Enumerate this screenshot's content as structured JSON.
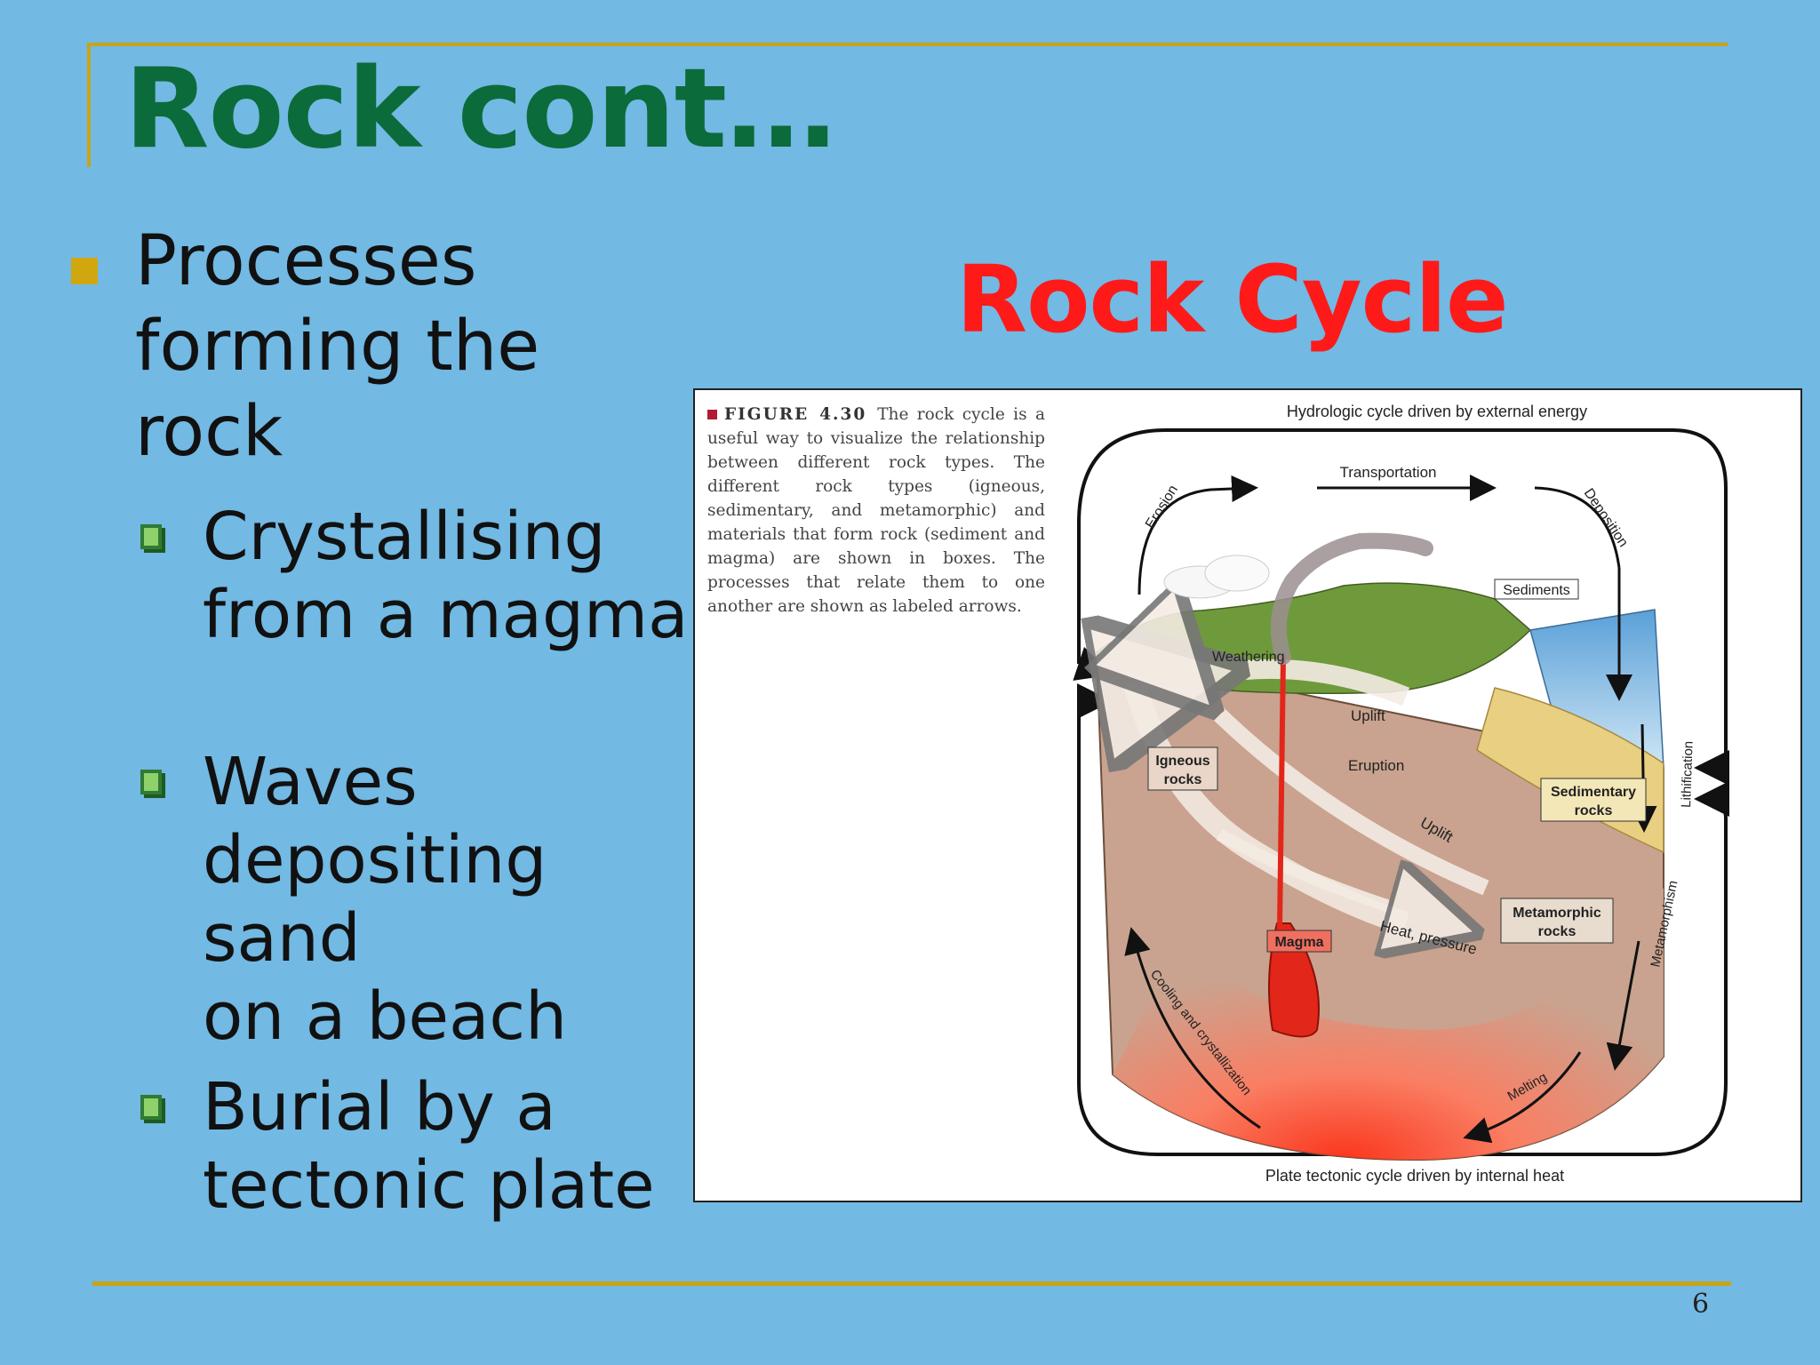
{
  "slide": {
    "title": "Rock cont…",
    "subtitle": "Rock Cycle",
    "page_number": "6"
  },
  "bullets": {
    "main": "Processes forming the rock",
    "sub_items": [
      {
        "text": "Crystallising\nfrom a magma"
      },
      {
        "text": "Waves\ndepositing sand\non a beach"
      },
      {
        "text": "Burial by a\ntectonic plate"
      }
    ]
  },
  "figure": {
    "number": "FIGURE 4.30",
    "caption_body": "The rock cycle is a useful way to visualize the relationship between different rock types. The different rock types (igneous, sedimentary, and metamorphic) and materials that form rock (sediment and magma) are shown in boxes. The processes that relate them to one another are shown as labeled arrows.",
    "labels": {
      "top": "Hydrologic cycle driven by external energy",
      "bottom": "Plate tectonic cycle driven by internal heat",
      "transportation": "Transportation",
      "erosion": "Erosion",
      "deposition": "Deposition",
      "sediments": "Sediments",
      "weathering": "Weathering",
      "uplift_top": "Uplift",
      "eruption": "Eruption",
      "igneous_1": "Igneous",
      "igneous_2": "rocks",
      "sedimentary_1": "Sedimentary",
      "sedimentary_2": "rocks",
      "lithification": "Lithification",
      "uplift_mid": "Uplift",
      "metamorphic_1": "Metamorphic",
      "metamorphic_2": "rocks",
      "metamorphism": "Metamorphism",
      "magma": "Magma",
      "heat_pressure": "Heat, pressure",
      "cooling": "Cooling and crystallization",
      "melting": "Melting"
    }
  },
  "colors": {
    "background": "#72b9e3",
    "frame_line": "#c9a318",
    "title": "#0c6b3a",
    "subtitle": "#ff1a1a"
  }
}
